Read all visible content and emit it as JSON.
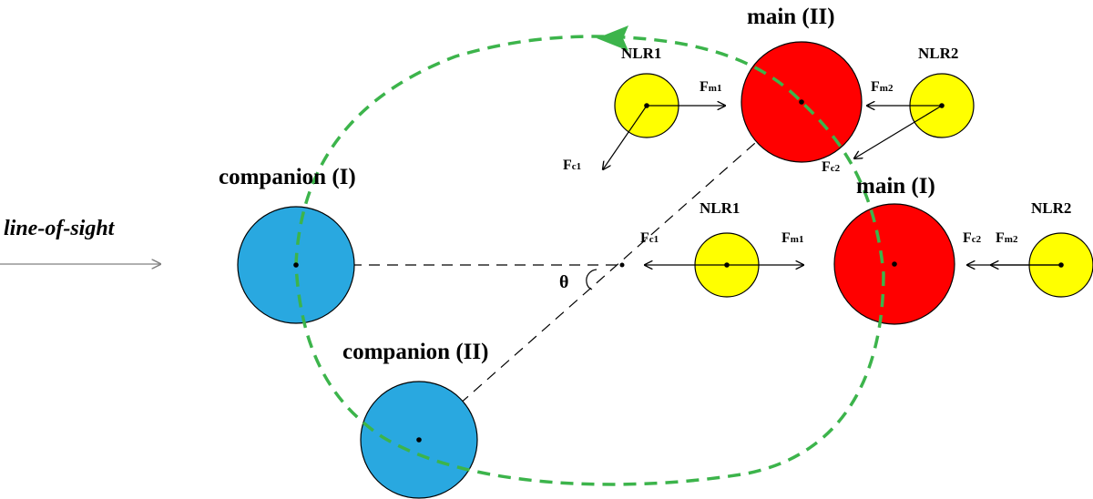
{
  "labels": {
    "line_of_sight": "line-of-sight",
    "companion_1": "companion (I)",
    "companion_2": "companion (II)",
    "main_1": "main (I)",
    "main_2": "main (II)",
    "nlr1": "NLR1",
    "nlr2": "NLR2",
    "theta": "θ"
  },
  "forces": {
    "fm": "F",
    "m1_sub": "m1",
    "m2_sub": "m2",
    "c1_sub": "c1",
    "c2_sub": "c2"
  },
  "colors": {
    "companion": "#29a8e0",
    "main": "#ff0000",
    "nlr": "#ffff00",
    "orbit": "#3cb44b",
    "line_of_sight_arrow": "#808080"
  }
}
